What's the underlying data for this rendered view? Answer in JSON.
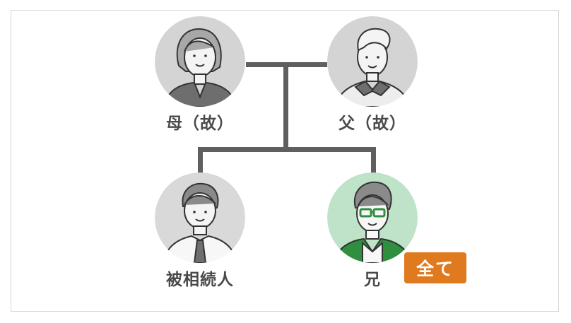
{
  "diagram": {
    "type": "family-tree",
    "persons": [
      {
        "id": "mother",
        "label": "母（故）",
        "avatar_bg": "#d4d4d4",
        "role": "parent"
      },
      {
        "id": "father",
        "label": "父（故）",
        "avatar_bg": "#d4d4d4",
        "role": "parent"
      },
      {
        "id": "decedent",
        "label": "被相続人",
        "avatar_bg": "#d9d9d9",
        "role": "child"
      },
      {
        "id": "brother",
        "label": "兄",
        "avatar_bg": "#bfe3c8",
        "role": "child",
        "highlight": true
      }
    ],
    "badge": {
      "label": "全て",
      "attached_to": "brother",
      "color": "#e07a1e"
    },
    "edges": [
      {
        "from": "mother",
        "to": "father",
        "type": "marriage"
      },
      {
        "from": "marriage",
        "to": "decedent",
        "type": "descent"
      },
      {
        "from": "marriage",
        "to": "brother",
        "type": "descent"
      }
    ],
    "colors": {
      "line": "#5f5f5f",
      "frame": "#d6d6d6",
      "label": "#4a4a4a",
      "accent_green": "#2f8f3f"
    }
  }
}
